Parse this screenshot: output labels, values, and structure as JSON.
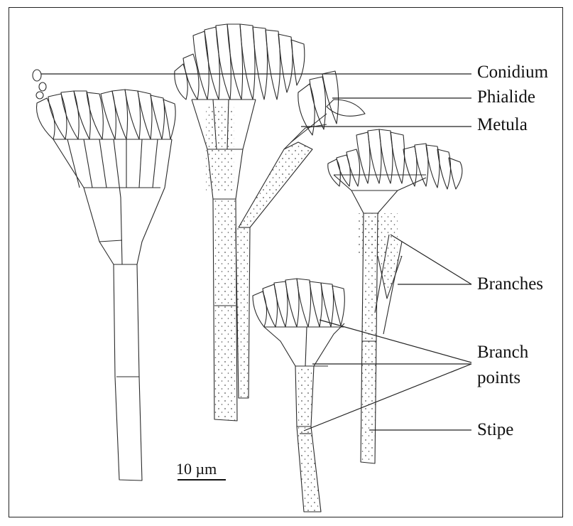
{
  "figure": {
    "labels": {
      "conidium": "Conidium",
      "phialide": "Phialide",
      "metula": "Metula",
      "branches": "Branches",
      "branch_points_line1": "Branch",
      "branch_points_line2": "points",
      "stipe": "Stipe"
    },
    "scale_bar": {
      "text": "10 µm"
    },
    "colors": {
      "ink": "#2a2a2a",
      "border": "#222222",
      "background": "#ffffff"
    }
  }
}
